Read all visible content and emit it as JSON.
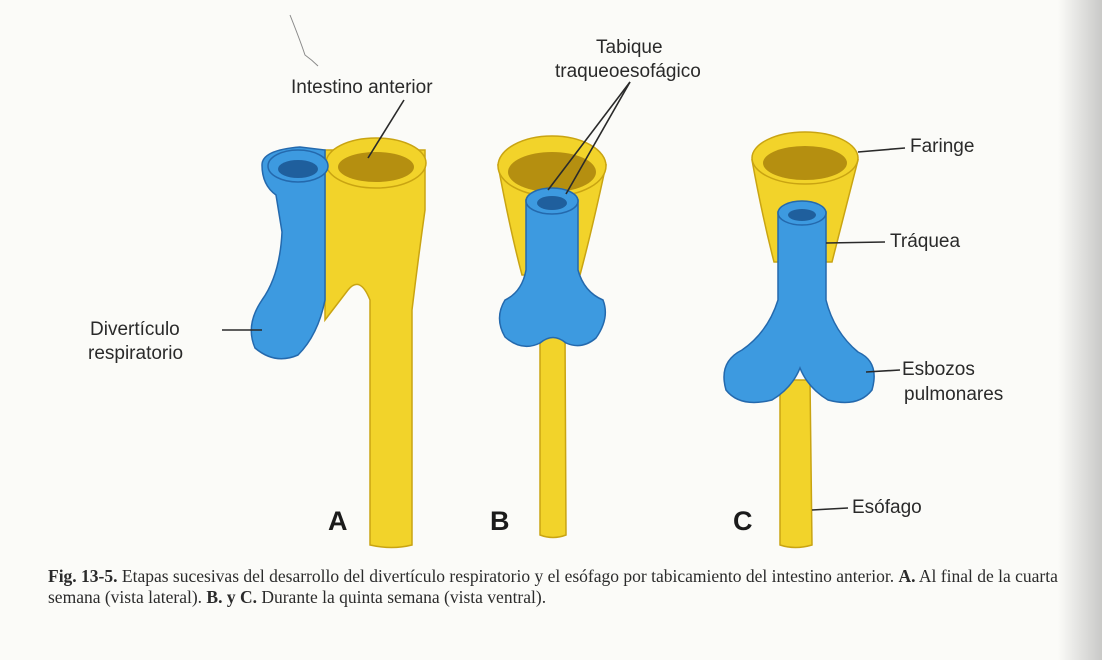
{
  "labels": {
    "intestino_anterior": "Intestino anterior",
    "tabique_line1": "Tabique",
    "tabique_line2": "traqueoesofágico",
    "faringe": "Faringe",
    "traquea": "Tráquea",
    "diverticulo_line1": "Divertículo",
    "diverticulo_line2": "respiratorio",
    "esbozos_line1": "Esbozos",
    "esbozos_line2": "pulmonares",
    "esofago": "Esófago"
  },
  "panels": {
    "a": "A",
    "b": "B",
    "c": "C"
  },
  "caption": {
    "fig": "Fig. 13-5.",
    "text1": " Etapas sucesivas del desarrollo del divertículo respiratorio y el esófago por tabicamiento del intestino anterior. ",
    "a_key": "A.",
    "a_text": " Al final de la cuarta semana (vista lateral). ",
    "bc_key": "B. y C.",
    "bc_text": " Durante la quinta semana (vista ventral)."
  },
  "colors": {
    "yellow": "#f2d32a",
    "yellow_dark": "#c9a412",
    "blue": "#3d9ae0",
    "blue_dark": "#2469ad",
    "leader": "#2a2a2a"
  }
}
